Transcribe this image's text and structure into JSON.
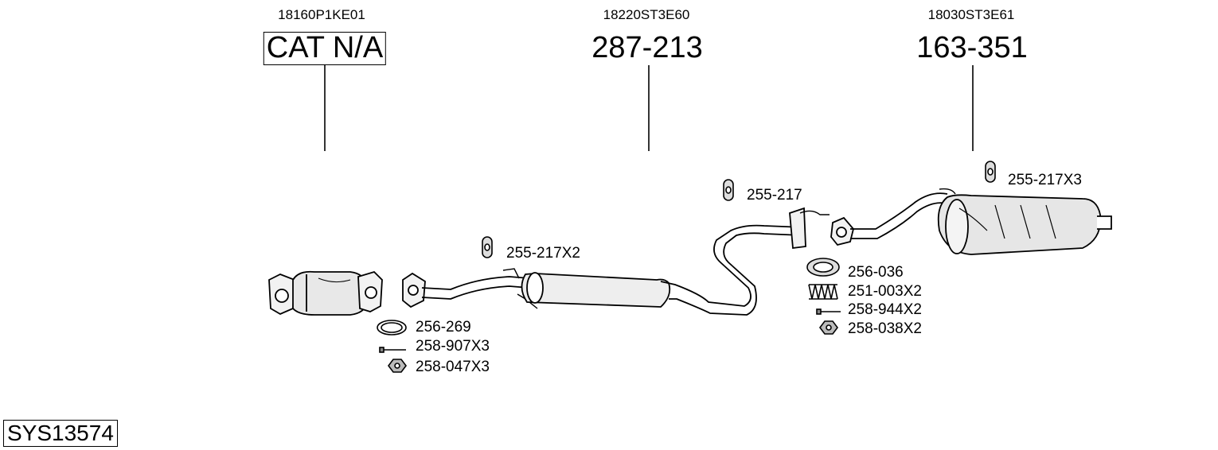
{
  "sections": [
    {
      "oe_number": "18160P1KE01",
      "part_number": "CAT N/A"
    },
    {
      "oe_number": "18220ST3E60",
      "part_number": "287-213"
    },
    {
      "oe_number": "18030ST3E61",
      "part_number": "163-351"
    }
  ],
  "accessories": {
    "hanger_front": "255-217X2",
    "hanger_mid": "255-217",
    "hanger_rear": "255-217X3",
    "gasket_front": "256-269",
    "bolt_front": "258-907X3",
    "nut_front": "258-047X3",
    "gasket_rear": "256-036",
    "spring_rear": "251-003X2",
    "bolt_rear": "258-944X2",
    "nut_rear": "258-038X2"
  },
  "system_id": "SYS13574",
  "icons": [
    "rubber-hanger-icon",
    "gasket-ring-icon",
    "bolt-icon",
    "hex-nut-icon",
    "spring-icon"
  ]
}
